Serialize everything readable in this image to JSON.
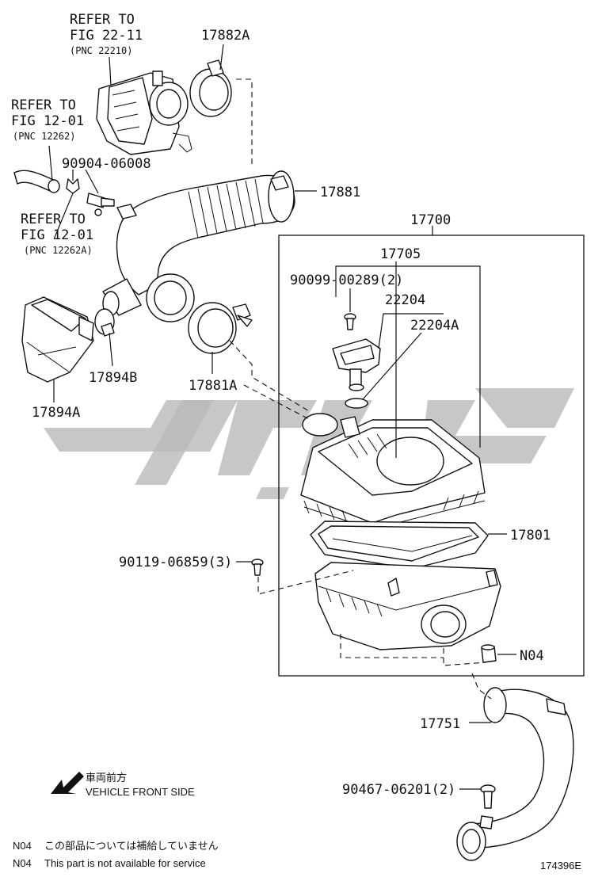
{
  "diagram": {
    "drawing_id": "174396E",
    "assembly": {
      "main": "17700",
      "cap_group": "17705"
    },
    "parts": {
      "p17882A": "17882A",
      "p17881": "17881",
      "p17881A": "17881A",
      "p17894B": "17894B",
      "p17894A": "17894A",
      "p90904": "90904-06008",
      "p90099": "90099-00289(2)",
      "p22204": "22204",
      "p22204A": "22204A",
      "p17801": "17801",
      "p90119": "90119-06859(3)",
      "pN04": "N04",
      "p17751": "17751",
      "p90467": "90467-06201(2)"
    },
    "references": [
      {
        "line1": "REFER TO",
        "line2": "FIG 22-11",
        "line3": "(PNC 22210)"
      },
      {
        "line1": "REFER TO",
        "line2": "FIG 12-01",
        "line3": "(PNC 12262)"
      },
      {
        "line1": "REFER TO",
        "line2": "FIG 12-01",
        "line3": "(PNC 12262A)"
      }
    ],
    "direction": {
      "jp": "車両前方",
      "en": "VEHICLE FRONT SIDE",
      "icon": "arrow-down-left-icon"
    },
    "notes": [
      {
        "code": "N04",
        "text": "この部品については補給していません"
      },
      {
        "code": "N04",
        "text": "This part is not available for service"
      }
    ]
  },
  "colors": {
    "line": "#111111",
    "watermark": "#b9b9b9"
  }
}
